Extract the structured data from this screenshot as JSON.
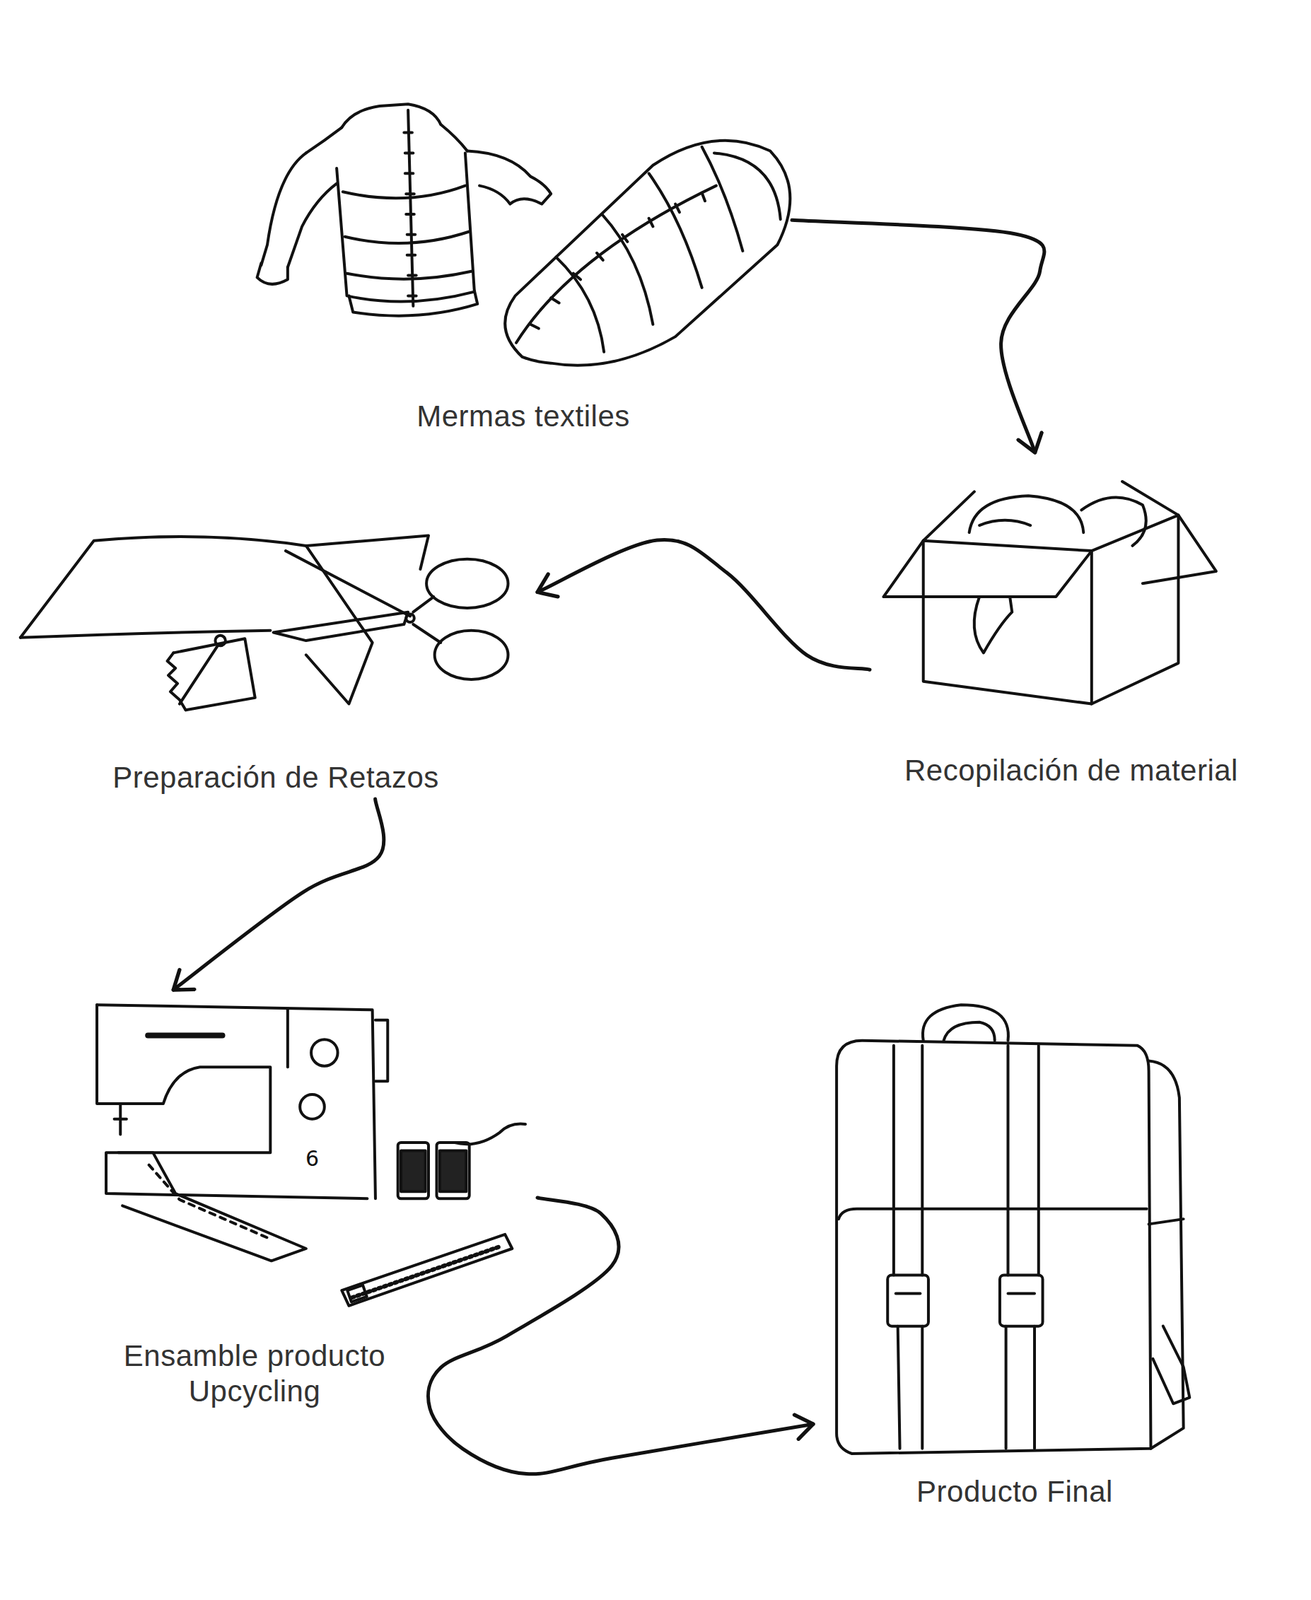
{
  "diagram": {
    "nodes": [
      {
        "text": [
          "Mermas textiles"
        ]
      },
      {
        "text": [
          "Recopilación de material"
        ]
      },
      {
        "text": [
          "Preparación de Retazos"
        ]
      },
      {
        "text": [
          "Ensamble producto Upcycling"
        ]
      },
      {
        "text": [
          "Producto Final"
        ]
      }
    ],
    "edges": [
      {
        "from": 0,
        "to": 1,
        "arrow": "to"
      },
      {
        "from": 1,
        "to": 2,
        "arrow": "to"
      },
      {
        "from": 2,
        "to": 3,
        "arrow": "to"
      },
      {
        "from": 3,
        "to": 4,
        "arrow": "to"
      }
    ],
    "labels": [
      "6"
    ]
  }
}
